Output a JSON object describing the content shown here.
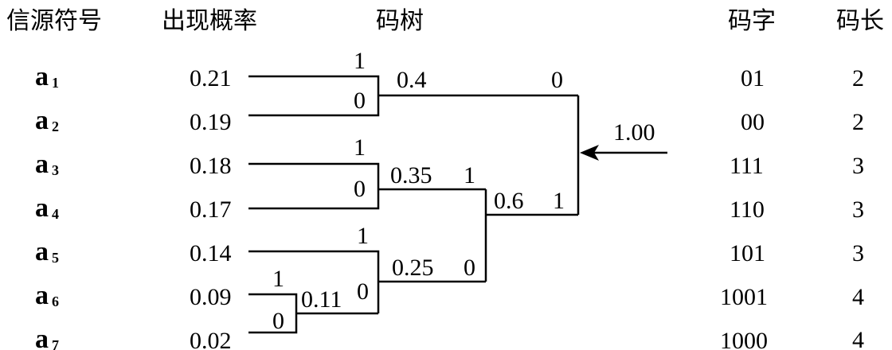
{
  "headers": {
    "symbol": "信源符号",
    "probability": "出现概率",
    "tree": "码树",
    "codeword": "码字",
    "length": "码长"
  },
  "rows": [
    {
      "letter": "a",
      "index": "1",
      "prob": "0.21",
      "code": "01",
      "len": "2"
    },
    {
      "letter": "a",
      "index": "2",
      "prob": "0.19",
      "code": "00",
      "len": "2"
    },
    {
      "letter": "a",
      "index": "3",
      "prob": "0.18",
      "code": "111",
      "len": "3"
    },
    {
      "letter": "a",
      "index": "4",
      "prob": "0.17",
      "code": "110",
      "len": "3"
    },
    {
      "letter": "a",
      "index": "5",
      "prob": "0.14",
      "code": "101",
      "len": "3"
    },
    {
      "letter": "a",
      "index": "6",
      "prob": "0.09",
      "code": "1001",
      "len": "4"
    },
    {
      "letter": "a",
      "index": "7",
      "prob": "0.02",
      "code": "1000",
      "len": "4"
    }
  ],
  "tree": {
    "nodes": {
      "n011": "0.11",
      "n025": "0.25",
      "n035": "0.35",
      "n04": "0.4",
      "n06": "0.6",
      "root": "1.00"
    },
    "bits": {
      "a1": "1",
      "a2": "0",
      "a3": "1",
      "a4": "0",
      "a5": "1",
      "a6": "1",
      "a7": "0",
      "n011": "0",
      "n035": "1",
      "n025": "0",
      "n04": "0",
      "n06": "1"
    }
  }
}
